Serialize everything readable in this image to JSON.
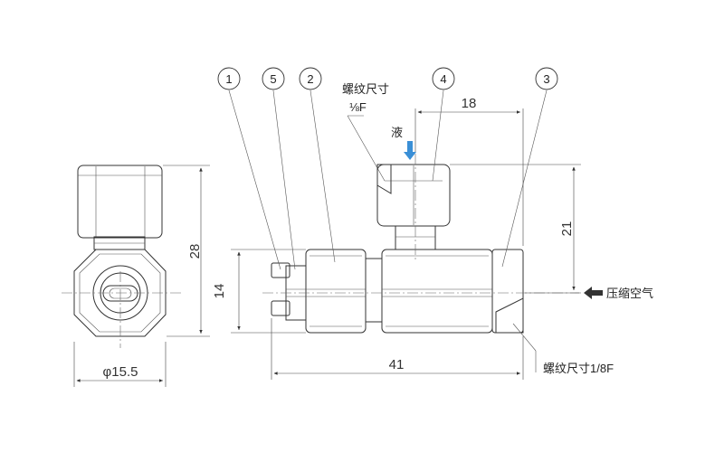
{
  "callouts": {
    "c1": "1",
    "c2": "2",
    "c3": "3",
    "c4": "4",
    "c5": "5"
  },
  "dimensions": {
    "height_28": "28",
    "height_14": "14",
    "diameter": "φ15.5",
    "length_41": "41",
    "width_18": "18",
    "height_21": "21"
  },
  "labels": {
    "thread_top": "螺纹尺寸",
    "thread_top_size": "⅛F",
    "liquid": "液",
    "compressed_air": "压缩空气",
    "thread_bottom": "螺纹尺寸1/8F"
  },
  "colors": {
    "line": "#333333",
    "arrow_liquid": "#3a8fd6",
    "metal_light": "#f2f2f2",
    "metal_mid": "#d8d8d8"
  }
}
